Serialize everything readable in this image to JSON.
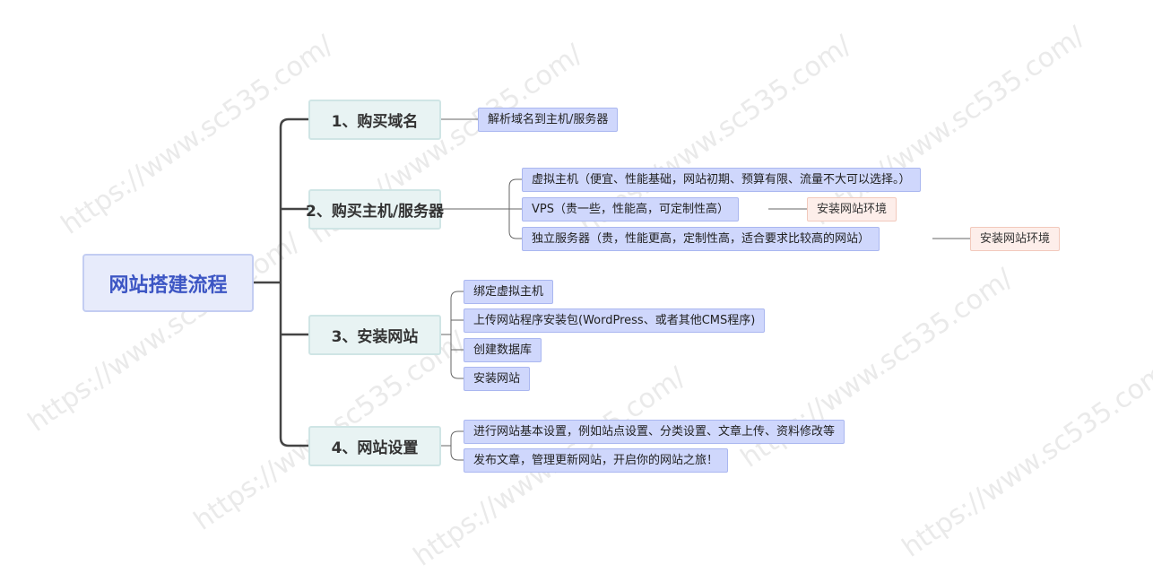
{
  "root": {
    "label": "网站搭建流程"
  },
  "branches": [
    {
      "label": "1、购买域名",
      "children": [
        {
          "label": "解析域名到主机/服务器"
        }
      ]
    },
    {
      "label": "2、购买主机/服务器",
      "children": [
        {
          "label": "虚拟主机（便宜、性能基础，网站初期、预算有限、流量不大可以选择。）"
        },
        {
          "label": "VPS（贵一些，性能高，可定制性高）",
          "note": "安装网站环境"
        },
        {
          "label": "独立服务器（贵，性能更高，定制性高，适合要求比较高的网站）",
          "note": "安装网站环境"
        }
      ]
    },
    {
      "label": "3、安装网站",
      "children": [
        {
          "label": "绑定虚拟主机"
        },
        {
          "label": "上传网站程序安装包(WordPress、或者其他CMS程序)"
        },
        {
          "label": "创建数据库"
        },
        {
          "label": "安装网站"
        }
      ]
    },
    {
      "label": "4、网站设置",
      "children": [
        {
          "label": "进行网站基本设置，例如站点设置、分类设置、文章上传、资料修改等"
        },
        {
          "label": "发布文章，管理更新网站，开启你的网站之旅！"
        }
      ]
    }
  ],
  "watermark": "https://www.sc535.com/",
  "colors": {
    "root_text": "#3d56c4",
    "connector": "#444444",
    "leaf_fill": "#cfd7fc",
    "note_fill": "#fdeeea"
  }
}
